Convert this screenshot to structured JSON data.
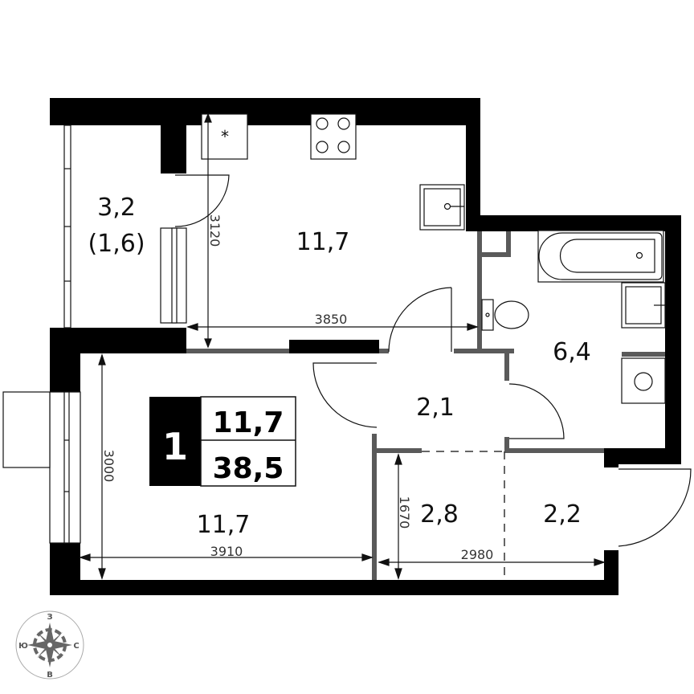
{
  "plan": {
    "rooms": [
      {
        "id": "loggia",
        "label": "3,2",
        "sub": "(1,6)"
      },
      {
        "id": "kitchen",
        "label": "11,7"
      },
      {
        "id": "bathroom",
        "label": "6,4"
      },
      {
        "id": "hall",
        "label": "2,1"
      },
      {
        "id": "bedroom",
        "label": "11,7"
      },
      {
        "id": "corridor",
        "label": "2,8"
      },
      {
        "id": "entry",
        "label": "2,2"
      }
    ],
    "dimensions": {
      "kitchen_height": "3120",
      "kitchen_width": "3850",
      "bedroom_height": "3000",
      "bedroom_width": "3910",
      "corridor_height": "1670",
      "corridor_width": "2980"
    },
    "badge": {
      "rooms_count": "1",
      "living_area": "11,7",
      "total_area": "38,5"
    }
  },
  "compass": {
    "north": "З",
    "east": "С",
    "south": "В",
    "west": "Ю"
  },
  "colors": {
    "wall": "#000000",
    "partition": "#5a5a5a",
    "line": "#111111"
  }
}
